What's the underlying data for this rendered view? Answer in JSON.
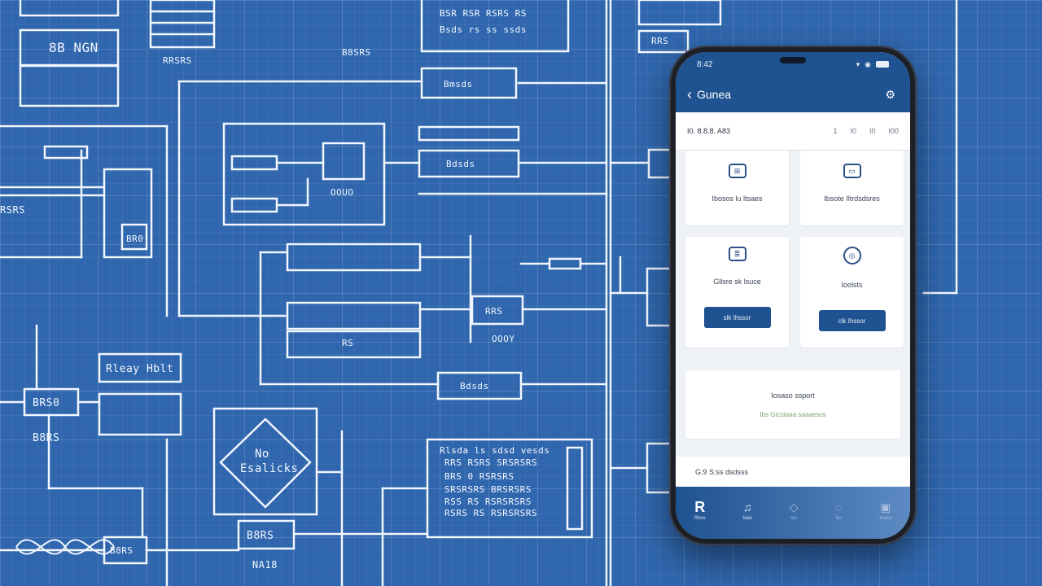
{
  "blueprint": {
    "labels": [
      "8B NGN",
      "RRSRS",
      "B8SRS",
      "Bmsds",
      "OOUO",
      "OOOY",
      "Bdsds",
      "Rleay Hblt",
      "BRS0",
      "B8RS",
      "BR0",
      "No",
      "Esalicks",
      "B8RS",
      "NA18",
      "RRS",
      "RS",
      "B8RS",
      "Bdsds",
      "RRS",
      "RSRS"
    ],
    "paragraph": [
      "Rlsda ls sdsd vesds",
      "RRS RSRS SRSRSRS",
      "BRS 0 RSRSRS",
      "SRSRSRS BRSRSRS",
      "RSS RS RSRSRSRS",
      "RSRS RS RSRSRSRS"
    ],
    "paragraph_top": [
      "BSR RSR RSRS RS",
      "Bsds rs ss ssds"
    ]
  },
  "phone": {
    "status": {
      "time": "8:42",
      "signal": "▾",
      "wifi": "◉"
    },
    "app_bar": {
      "back": "‹",
      "title": "Gunea",
      "settings_icon": "⚙"
    },
    "filter": {
      "label": "I0. 8.8.8. A83",
      "col1": "1",
      "col2": "I0",
      "col3": "I0",
      "col4": "I00"
    },
    "cards": [
      {
        "icon": "⊞",
        "label": "Ibosos lu ltsaes"
      },
      {
        "icon": "▭",
        "label": "Ibsote Iltrdsdsres"
      },
      {
        "icon": "≣",
        "label": "Gllsre sk lsuce",
        "button": "slk Ihssor"
      },
      {
        "icon": "◎",
        "label": "Ioolsts",
        "button": "clk Ihssor"
      }
    ],
    "summary": {
      "title": "Iosaso ssport",
      "subtitle": "Ibs Gtcstaaa saaaesos"
    },
    "footer": {
      "text": "G:9 S:ss dsdsss"
    },
    "tabs": [
      {
        "icon": "R",
        "label": "Rbss"
      },
      {
        "icon": "♫",
        "label": "Ioas"
      },
      {
        "icon": "◇",
        "label": "Iss"
      },
      {
        "icon": "◌",
        "label": "Iss"
      },
      {
        "icon": "▣",
        "label": "Ioaso"
      }
    ]
  },
  "colors": {
    "blueprint": "#2f66ad",
    "app_primary": "#1f5291",
    "screen_bg": "#eef1f5"
  }
}
